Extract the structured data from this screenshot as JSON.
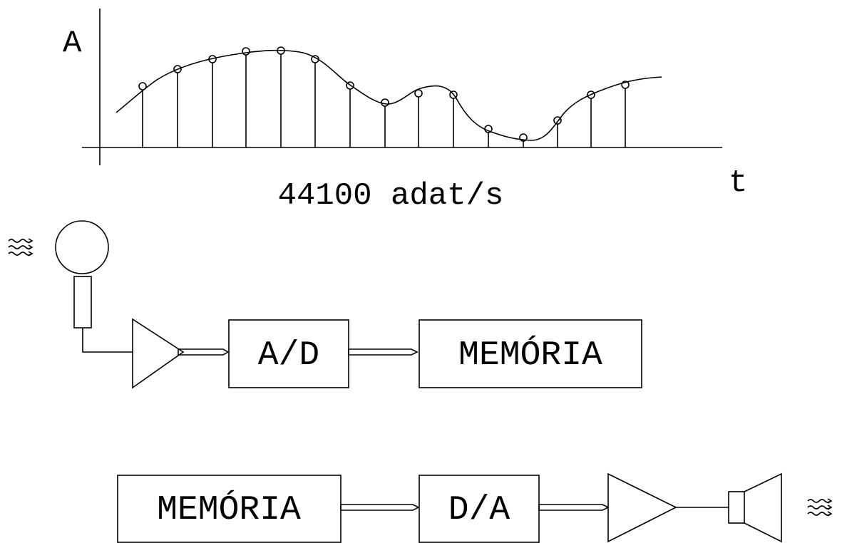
{
  "sampling_plot": {
    "y_axis_label": "A",
    "x_axis_label": "t",
    "rate_label": "44100 adat/s"
  },
  "record_chain": {
    "converter_label": "A/D",
    "memory_label": "MEMÓRIA"
  },
  "playback_chain": {
    "memory_label": "MEMÓRIA",
    "converter_label": "D/A"
  },
  "colors": {
    "ink": "#000000",
    "background": "#ffffff"
  },
  "icons": {
    "sound_in": "sound-waves-icon",
    "microphone": "microphone-icon",
    "amplifier": "amplifier-triangle-icon",
    "speaker": "speaker-icon",
    "sound_out": "sound-waves-icon"
  }
}
